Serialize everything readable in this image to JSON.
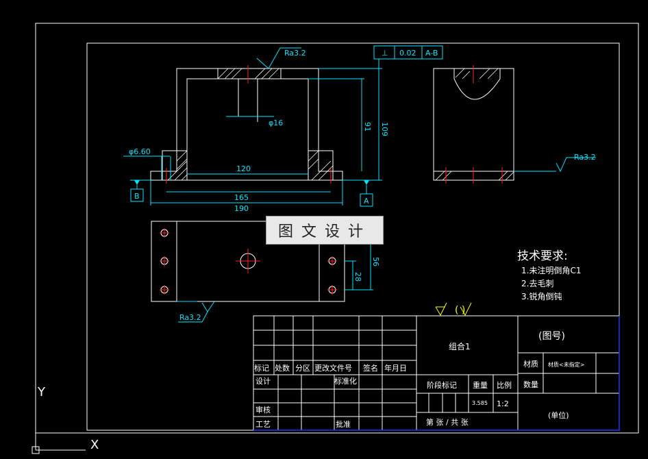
{
  "drawing": {
    "roughness_top": "Ra3.2",
    "roughness_right": "Ra3.2",
    "roughness_bottom": "Ra3.2",
    "tolerance": {
      "symbol": "⊥",
      "value": "0.02",
      "datum": "A-B"
    },
    "dims": {
      "phi16": "φ16",
      "phi6": "φ6.60",
      "d120": "120",
      "d165": "165",
      "d190": "190",
      "d91": "91",
      "d109": "109",
      "d56": "56",
      "d28": "28"
    },
    "datum_a": "A",
    "datum_b": "B",
    "watermark": "图文设计"
  },
  "tech": {
    "title": "技术要求:",
    "items": [
      "1.未注明倒角C1",
      "2.去毛刺",
      "3.锐角倒钝"
    ]
  },
  "surface_note": "(  )",
  "title_block": {
    "h_mark": "标记",
    "h_count": "处数",
    "h_zone": "分区",
    "h_doc": "更改文件号",
    "h_sign": "签名",
    "h_date": "年月日",
    "r_design": "设计",
    "r_std": "标准化",
    "r_review": "审核",
    "r_process": "工艺",
    "r_approve": "批准",
    "stage": "阶段标记",
    "weight_label": "重量",
    "scale_label": "比例",
    "weight_val": "3.585",
    "scale_val": "1:2",
    "sheet": "第    张  /  共    张",
    "name": "组合1",
    "drawing_no": "(图号)",
    "material_label": "材质",
    "material_val": "材质<未指定>",
    "qty_label": "数量",
    "unit": "(单位)"
  },
  "ucs": {
    "x": "X",
    "y": "Y"
  }
}
